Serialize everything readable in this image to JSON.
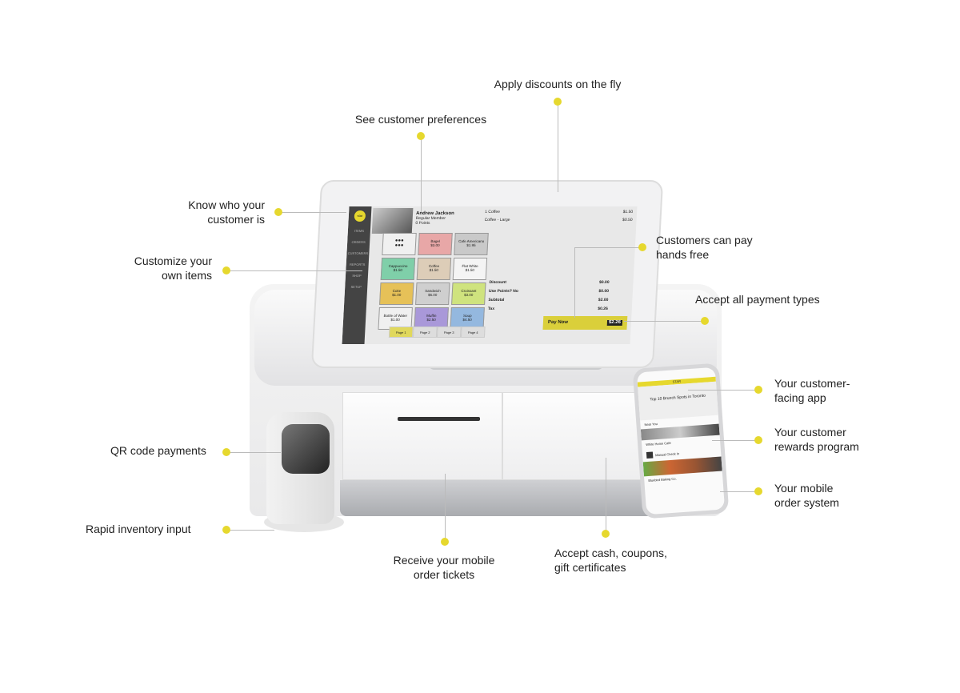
{
  "callouts": {
    "discounts": "Apply discounts on the fly",
    "preferences": "See customer preferences",
    "know_customer": [
      "Know who your",
      "customer is"
    ],
    "customize": [
      "Customize your",
      "own items"
    ],
    "hands_free": [
      "Customers can pay",
      "hands free"
    ],
    "payment_types": "Accept all payment types",
    "customer_app": [
      "Your customer-",
      "facing app"
    ],
    "rewards": [
      "Your customer",
      "rewards program"
    ],
    "mobile_order": [
      "Your mobile",
      "order system"
    ],
    "qr": "QR code payments",
    "inventory": "Rapid inventory input",
    "tickets": [
      "Receive your mobile",
      "order tickets"
    ],
    "cash": [
      "Accept cash, coupons,",
      "gift certificates"
    ]
  },
  "pos": {
    "logo": "star",
    "sidebar": [
      "ITEMS",
      "ORDERS",
      "CUSTOMERS",
      "REPORTS",
      "SHOP",
      "SETUP"
    ],
    "customer": {
      "name": "Andrew Jackson",
      "tier": "Regular Member",
      "points": "0 Points"
    },
    "order": [
      {
        "item": "1  Coffee",
        "price": "$1.50"
      },
      {
        "item": "Coffee - Large",
        "price": "$0.50"
      }
    ],
    "tiles": [
      {
        "name": "",
        "price": "",
        "color": "#f0f0f0"
      },
      {
        "name": "Bagel",
        "price": "$3.00",
        "color": "#e8a7a7"
      },
      {
        "name": "Cafe Americano",
        "price": "$1.95",
        "color": "#c9c9c9"
      },
      {
        "name": "Cappuccino",
        "price": "$1.50",
        "color": "#7fcfa9"
      },
      {
        "name": "Coffee",
        "price": "$1.50",
        "color": "#ddcdb8"
      },
      {
        "name": "Flat White",
        "price": "$1.50",
        "color": "#f4f4f4"
      },
      {
        "name": "Coke",
        "price": "$1.00",
        "color": "#e6c158"
      },
      {
        "name": "Sandwich",
        "price": "$6.00",
        "color": "#cfcfcf"
      },
      {
        "name": "Croissant",
        "price": "$3.00",
        "color": "#cfe37e"
      },
      {
        "name": "Bottle of Water",
        "price": "$1.00",
        "color": "#f0f0f0"
      },
      {
        "name": "Muffin",
        "price": "$2.50",
        "color": "#a998d9"
      },
      {
        "name": "Soup",
        "price": "$4.50",
        "color": "#94b8df"
      }
    ],
    "pages": [
      "Page 1",
      "Page 2",
      "Page 3",
      "Page 4"
    ],
    "summary": [
      {
        "label": "Discount",
        "value": "$0.00"
      },
      {
        "label": "Use Points?   No",
        "value": "$0.00"
      },
      {
        "label": "Subtotal",
        "value": "$2.00"
      },
      {
        "label": "Tax",
        "value": "$0.26"
      }
    ],
    "pay_label": "Pay Now",
    "total": "$2.26"
  },
  "phone": {
    "banner": "STAR",
    "hero": "Top 10 Brunch Spots in Toronto",
    "near": "Near You",
    "cafe": "White Horse Cafe",
    "checkin": "Manual Check In",
    "bakery": "Bluebird Baking Co."
  }
}
